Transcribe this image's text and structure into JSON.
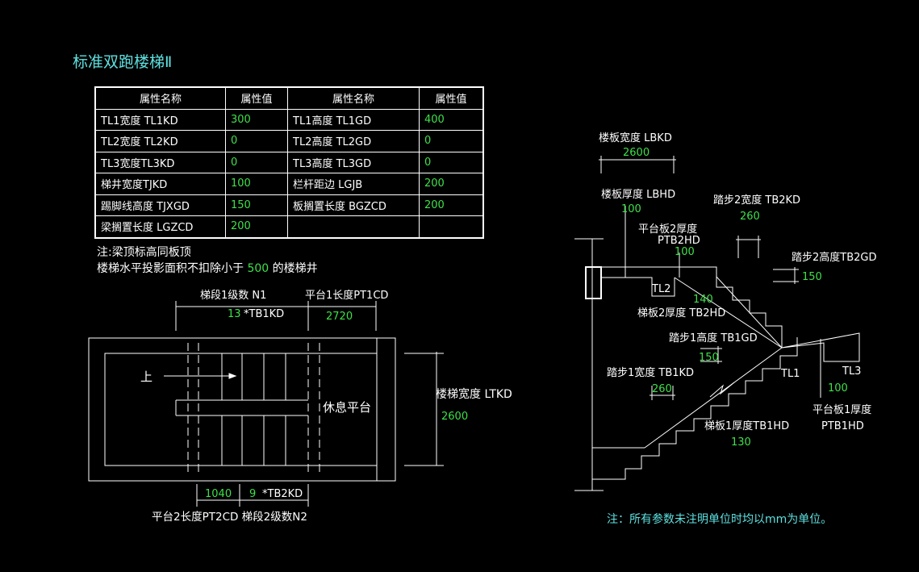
{
  "title": "标准双跑楼梯Ⅱ",
  "table": {
    "headers": [
      "属性名称",
      "属性值",
      "属性名称",
      "属性值"
    ],
    "rows": [
      [
        "TL1宽度 TL1KD",
        "300",
        "TL1高度 TL1GD",
        "400"
      ],
      [
        "TL2宽度 TL2KD",
        "0",
        "TL2高度 TL2GD",
        "0"
      ],
      [
        "TL3宽度TL3KD",
        "0",
        "TL3高度 TL3GD",
        "0"
      ],
      [
        "梯井宽度TJKD",
        "100",
        "栏杆距边 LGJB",
        "200"
      ],
      [
        "踢脚线高度 TJXGD",
        "150",
        "板搁置长度 BGZCD",
        "200"
      ],
      [
        "梁搁置长度 LGZCD",
        "200",
        "",
        ""
      ]
    ]
  },
  "notes": {
    "line1": "注:梁顶标高同板顶",
    "line2_prefix": "楼梯水平投影面积不扣除小于",
    "line2_value": "500",
    "line2_suffix": "的楼梯井"
  },
  "plan": {
    "n1_label": "梯段1级数 N1",
    "n1_value": "13",
    "n1_unit": "*TB1KD",
    "pt1_label": "平台1长度PT1CD",
    "pt1_value": "2720",
    "up_label": "上",
    "landing_label": "休息平台",
    "width_label": "楼梯宽度 LTKD",
    "width_value": "2600",
    "pt2_value": "1040",
    "n2_value": "9",
    "n2_unit": "*TB2KD",
    "bottom_label": "平台2长度PT2CD 梯段2级数N2"
  },
  "section": {
    "lbkd_label": "楼板宽度 LBKD",
    "lbkd_value": "2600",
    "lbhd_label": "楼板厚度 LBHD",
    "lbhd_value": "100",
    "ptb2_label": "平台板2厚度",
    "ptb2_code": "PTB2HD",
    "ptb2_value": "100",
    "tb2kd_label": "踏步2宽度 TB2KD",
    "tb2kd_value": "260",
    "tb2gd_label": "踏步2高度TB2GD",
    "tb2gd_value": "150",
    "tl2_label": "TL2",
    "tb2hd_value": "140",
    "tb2hd_label": "梯板2厚度 TB2HD",
    "tb1gd_label": "踏步1高度 TB1GD",
    "tb1gd_value": "150",
    "tb1kd_label": "踏步1宽度 TB1KD",
    "tb1kd_value": "260",
    "tl1_label": "TL1",
    "tl3_label": "TL3",
    "ptb1_value": "100",
    "ptb1_label": "平台板1厚度",
    "ptb1_code": "PTB1HD",
    "tb1hd_label": "梯板1厚度TB1HD",
    "tb1hd_value": "130"
  },
  "footnote": "注：所有参数未注明单位时均以mm为单位。"
}
